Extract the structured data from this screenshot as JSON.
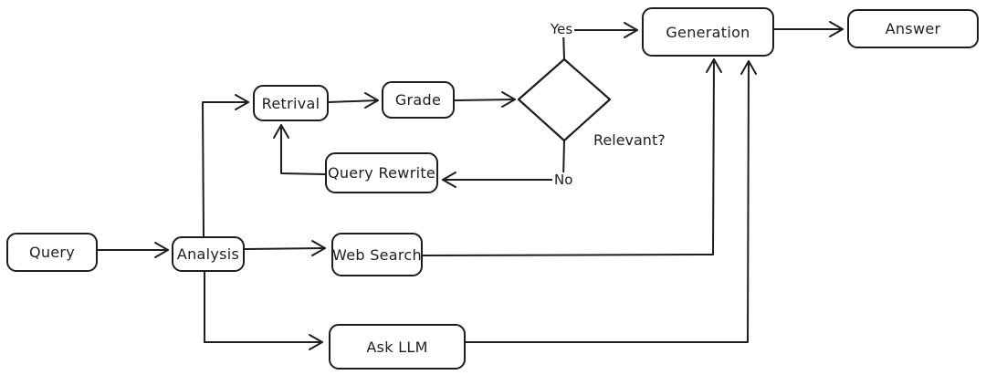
{
  "diagram": {
    "title": "Corrective RAG flowchart",
    "background_color": "#ffffff",
    "stroke_color": "#1e1e1e",
    "nodes": {
      "query": {
        "label": "Query",
        "shape": "rounded-rect"
      },
      "analysis": {
        "label": "Analysis",
        "shape": "rounded-rect"
      },
      "retrieval": {
        "label": "Retrival",
        "shape": "rounded-rect"
      },
      "grade": {
        "label": "Grade",
        "shape": "rounded-rect"
      },
      "query_rewrite": {
        "label": "Query Rewrite",
        "shape": "rounded-rect"
      },
      "relevant": {
        "label": "Relevant?",
        "shape": "diamond"
      },
      "generation": {
        "label": "Generation",
        "shape": "rounded-rect"
      },
      "answer": {
        "label": "Answer",
        "shape": "rounded-rect"
      },
      "web_search": {
        "label": "Web Search",
        "shape": "rounded-rect"
      },
      "ask_llm": {
        "label": "Ask LLM",
        "shape": "rounded-rect"
      }
    },
    "edge_labels": {
      "yes": "Yes",
      "no": "No"
    },
    "edges": [
      "query -> analysis",
      "analysis -> retrieval",
      "retrieval -> grade",
      "grade -> relevant",
      "relevant -(Yes)-> generation",
      "relevant -(No)-> query_rewrite",
      "query_rewrite -> retrieval",
      "analysis -> web_search",
      "analysis -> ask_llm",
      "web_search -> generation",
      "ask_llm -> generation",
      "generation -> answer"
    ]
  }
}
